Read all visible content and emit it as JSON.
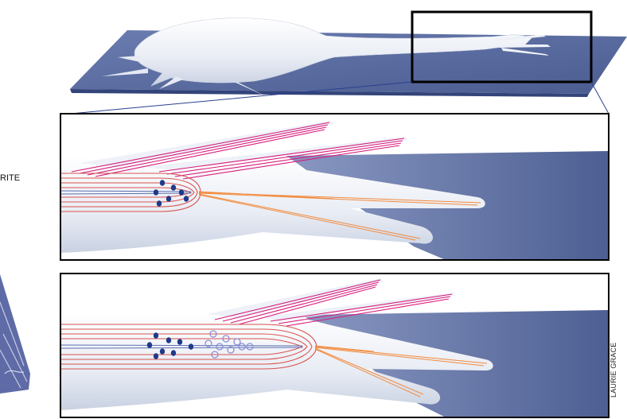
{
  "labels": {
    "left_label": "RITE",
    "credit": "LAURIE GRACE"
  },
  "colors": {
    "substrate": "#56689a",
    "substrate_dark": "#3f4f82",
    "cell": "#eef1f7",
    "actin_bundle": "#d81b7c",
    "microtubule": "#d9534f",
    "dynamic_microtubule": "#f28a3c",
    "vesicle_filled": "#1f3a8a",
    "vesicle_open": "#8c8fd6"
  },
  "panels": [
    {
      "name": "cell-overview-panel"
    },
    {
      "name": "growth-cone-panel-top"
    },
    {
      "name": "growth-cone-panel-bottom"
    }
  ]
}
